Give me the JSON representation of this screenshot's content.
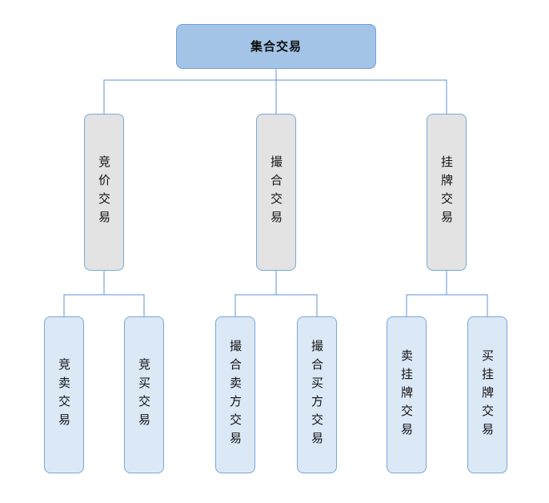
{
  "root": {
    "label": "集合交易"
  },
  "branches": [
    {
      "label": "竞价交易",
      "children": [
        {
          "label": "竞卖交易"
        },
        {
          "label": "竞买交易"
        }
      ]
    },
    {
      "label": "撮合交易",
      "children": [
        {
          "label": "撮合卖方交易"
        },
        {
          "label": "撮合买方交易"
        }
      ]
    },
    {
      "label": "挂牌交易",
      "children": [
        {
          "label": "卖挂牌交易"
        },
        {
          "label": "买挂牌交易"
        }
      ]
    }
  ],
  "colors": {
    "root_fill": "#a3c4e6",
    "mid_fill": "#e3e3e3",
    "leaf_fill": "#dbe8f6",
    "border": "#7aa6d8",
    "connector": "#7aa6d8"
  }
}
